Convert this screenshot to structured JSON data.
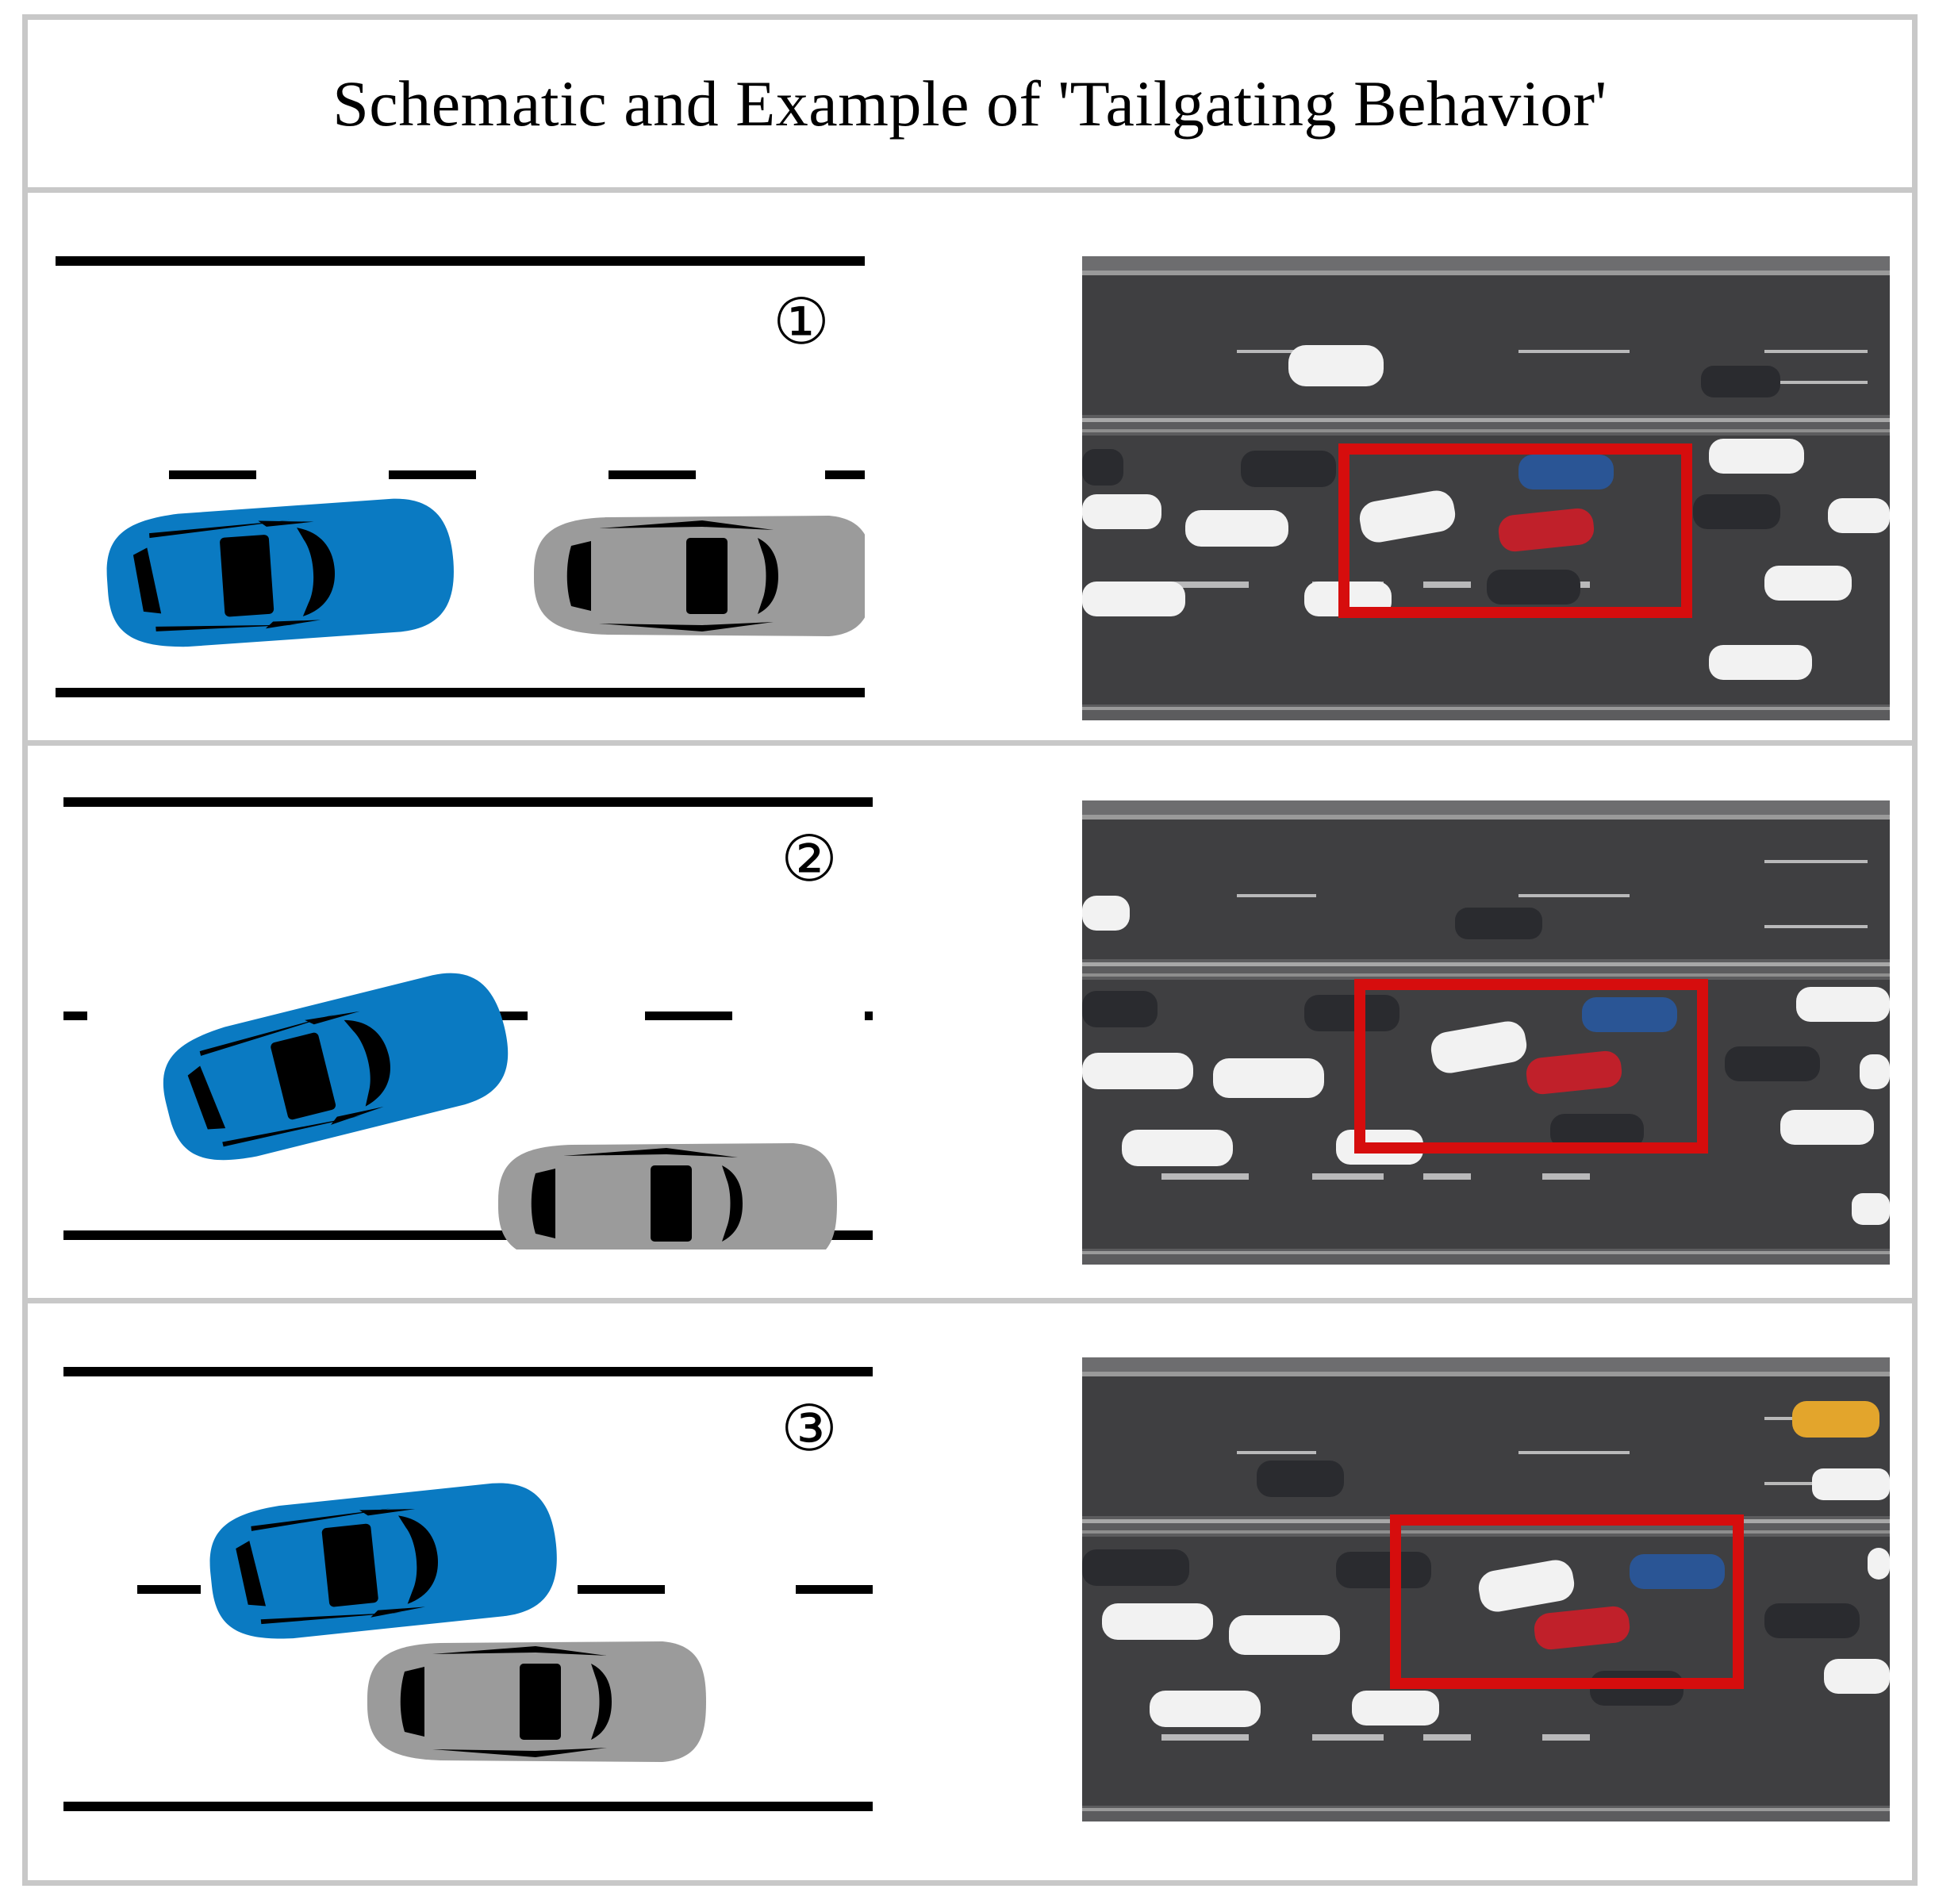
{
  "title": "Schematic and Example of 'Tailgating Behavior'",
  "panels": [
    {
      "step": "①"
    },
    {
      "step": "②"
    },
    {
      "step": "③"
    }
  ],
  "colors": {
    "frame": "#c8c8c8",
    "blue_car": "#0a7ac2",
    "gray_car": "#9b9b9b",
    "highlight_box": "#d60d0d",
    "road": "#3f3f41"
  },
  "icons": {
    "car": "car-top-view",
    "highlight": "red-rectangle"
  }
}
